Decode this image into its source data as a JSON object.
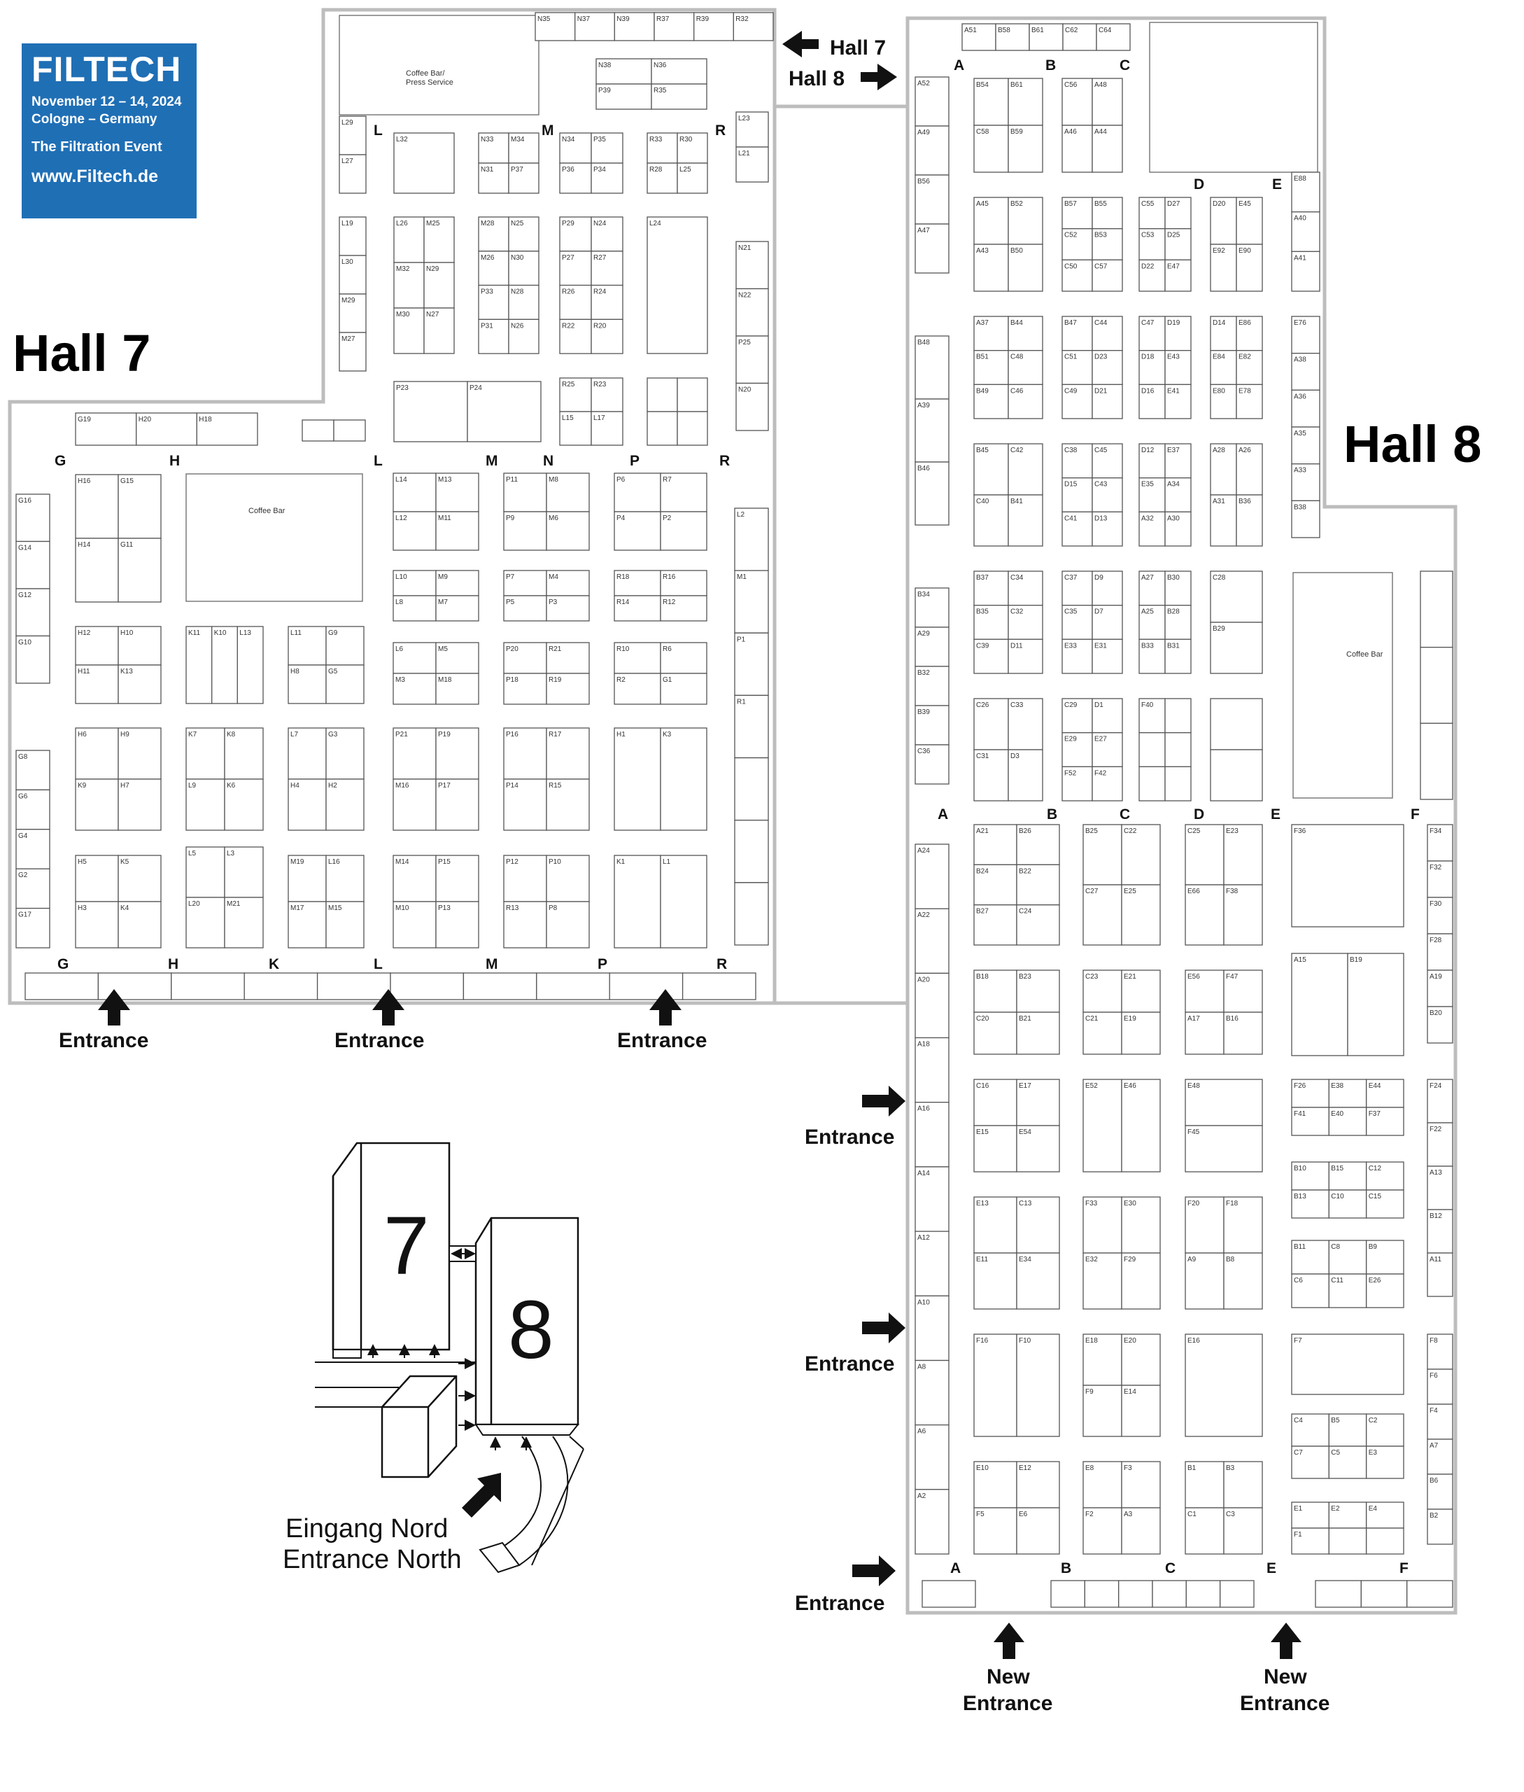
{
  "brand": {
    "name": "FILTECH",
    "date_line": "November 12 – 14, 2024",
    "location_line": "Cologne – Germany",
    "slogan": "The Filtration Event",
    "website": "www.Filtech.de",
    "color": "#1f6fb5"
  },
  "halls": {
    "hall7_title": "Hall 7",
    "hall8_title": "Hall 8"
  },
  "connector": {
    "to_hall7": "Hall 7",
    "to_hall8": "Hall 8"
  },
  "entrances": {
    "label": "Entrance",
    "new_line1": "New",
    "new_line2": "Entrance"
  },
  "services": {
    "coffee_bar": "Coffee Bar",
    "coffee_press_line1": "Coffee Bar/",
    "coffee_press_line2": "Press Service"
  },
  "site_plan": {
    "hall7_number": "7",
    "hall8_number": "8",
    "north_de": "Eingang Nord",
    "north_en": "Entrance North"
  },
  "aisles": {
    "hall7_upper": [
      "L",
      "M",
      "R"
    ],
    "hall7_top_row": [
      "G",
      "H",
      "L",
      "M",
      "N",
      "P",
      "R"
    ],
    "hall7_bottom_row": [
      "G",
      "H",
      "K",
      "L",
      "M",
      "P",
      "R"
    ],
    "hall8_top_row": [
      "A",
      "B",
      "C"
    ],
    "hall8_de": [
      "D",
      "E"
    ],
    "hall8_mid_row": [
      "A",
      "B",
      "C",
      "D",
      "E",
      "F"
    ],
    "hall8_bottom_row": [
      "A",
      "B",
      "C",
      "E",
      "F"
    ]
  },
  "booths": {
    "hall7_north": [
      "N35",
      "N37",
      "N39",
      "R37",
      "R39",
      "R32",
      "N38",
      "N36",
      "P39",
      "R35",
      "L29",
      "L27",
      "L32",
      "N33",
      "M34",
      "N31",
      "P37",
      "N34",
      "P35",
      "P36",
      "P34",
      "R33",
      "R30",
      "R28",
      "L25",
      "L23",
      "L21",
      "L19",
      "L30",
      "M29",
      "M27",
      "L26",
      "M25",
      "M32",
      "N29",
      "M30",
      "N27",
      "M28",
      "N25",
      "M26",
      "N30",
      "P33",
      "N28",
      "P31",
      "N26",
      "P29",
      "N24",
      "P27",
      "R27",
      "R26",
      "R24",
      "R22",
      "R20",
      "L24",
      "N21",
      "N22",
      "P25",
      "N20",
      "P23",
      "P24",
      "R25",
      "R23",
      "L15",
      "L17"
    ],
    "hall7_main": [
      "G19",
      "H20",
      "H18",
      "G16",
      "G14",
      "G12",
      "G10",
      "G8",
      "G6",
      "G4",
      "G2",
      "G17",
      "H16",
      "G15",
      "H14",
      "G11",
      "H12",
      "H10",
      "H11",
      "K13",
      "K11",
      "K10",
      "L13",
      "L11",
      "G9",
      "H8",
      "G5",
      "H6",
      "H9",
      "K9",
      "H7",
      "K7",
      "K8",
      "L9",
      "K6",
      "L7",
      "G3",
      "H4",
      "H2",
      "H5",
      "K5",
      "H3",
      "K4",
      "L5",
      "L3",
      "L20",
      "M21",
      "M19",
      "L16",
      "M17",
      "M15",
      "L14",
      "M13",
      "L12",
      "M11",
      "L10",
      "M9",
      "L8",
      "M7",
      "L6",
      "M5",
      "M3",
      "M18",
      "P21",
      "P19",
      "M16",
      "P17",
      "M14",
      "P15",
      "M10",
      "P13",
      "P11",
      "M8",
      "P9",
      "M6",
      "P7",
      "M4",
      "P5",
      "P3",
      "P20",
      "R21",
      "P18",
      "R19",
      "P16",
      "R17",
      "P14",
      "R15",
      "P12",
      "P10",
      "R13",
      "P8",
      "P6",
      "R7",
      "P4",
      "P2",
      "R18",
      "R16",
      "R14",
      "R12",
      "R10",
      "R6",
      "R2",
      "G1",
      "H1",
      "K3",
      "K1",
      "L1",
      "L2",
      "M1",
      "P1",
      "R1"
    ],
    "hall8_upper": [
      "A51",
      "B58",
      "B61",
      "C62",
      "C64",
      "A52",
      "A49",
      "B56",
      "A47",
      "B54",
      "B61",
      "C58",
      "B59",
      "C56",
      "A48",
      "A46",
      "A44",
      "A45",
      "B52",
      "A43",
      "B50",
      "B57",
      "B55",
      "C52",
      "B53",
      "C50",
      "C57",
      "C55",
      "D27",
      "C53",
      "D25",
      "D22",
      "E47",
      "D20",
      "E45",
      "E92",
      "E90",
      "E88",
      "A40",
      "A41",
      "B48",
      "A39",
      "B46",
      "A37",
      "B44",
      "B51",
      "C48",
      "B49",
      "C46",
      "B47",
      "C44",
      "C51",
      "D23",
      "C49",
      "D21",
      "C47",
      "D19",
      "D18",
      "E43",
      "D16",
      "E41",
      "D14",
      "E86",
      "E84",
      "E82",
      "E80",
      "E78",
      "E76",
      "A38",
      "A36",
      "A35",
      "A33",
      "B38",
      "B45",
      "C42",
      "C40",
      "B41",
      "C38",
      "C45",
      "D15",
      "C43",
      "C41",
      "D13",
      "D12",
      "E37",
      "E35",
      "A34",
      "A32",
      "A30",
      "A28",
      "A26",
      "A31",
      "B36",
      "B34",
      "A29",
      "B32",
      "B39",
      "C36",
      "B37",
      "C34",
      "B35",
      "C32",
      "C39",
      "D11",
      "C37",
      "D9",
      "C35",
      "D7",
      "E33",
      "E31",
      "A27",
      "B30",
      "A25",
      "B28",
      "B33",
      "B31",
      "C28",
      "B29",
      "C26",
      "C33",
      "C31",
      "D3",
      "C29",
      "D1",
      "E29",
      "E27",
      "F52",
      "F42",
      "F40"
    ],
    "hall8_lower": [
      "A24",
      "A22",
      "A20",
      "A18",
      "A16",
      "A14",
      "A12",
      "A10",
      "A8",
      "A6",
      "A2",
      "A21",
      "B26",
      "B24",
      "B22",
      "B27",
      "C24",
      "B25",
      "C22",
      "C27",
      "E25",
      "C25",
      "E23",
      "E66",
      "F38",
      "F36",
      "F34",
      "F32",
      "F30",
      "F28",
      "A19",
      "B20",
      "B18",
      "B23",
      "C20",
      "B21",
      "C23",
      "E21",
      "C21",
      "E19",
      "E56",
      "F47",
      "A17",
      "B16",
      "A15",
      "B19",
      "C16",
      "E17",
      "E15",
      "E54",
      "E52",
      "E46",
      "E48",
      "F45",
      "F26",
      "E38",
      "E44",
      "F41",
      "E40",
      "F37",
      "F24",
      "F22",
      "A13",
      "B12",
      "A11",
      "B10",
      "B15",
      "C12",
      "B13",
      "C10",
      "C15",
      "E13",
      "C13",
      "E11",
      "E34",
      "F33",
      "E30",
      "E32",
      "F29",
      "F20",
      "F18",
      "A9",
      "B8",
      "B11",
      "C8",
      "B9",
      "C6",
      "C11",
      "E26",
      "F16",
      "F10",
      "E18",
      "E20",
      "F9",
      "E14",
      "E16",
      "F7",
      "F8",
      "F6",
      "F4",
      "A7",
      "B6",
      "B2",
      "C4",
      "B5",
      "C2",
      "C7",
      "C5",
      "E3",
      "E10",
      "E12",
      "F5",
      "E6",
      "E8",
      "F3",
      "F2",
      "A3",
      "B1",
      "B3",
      "C1",
      "C3",
      "E1",
      "E2",
      "E4",
      "F1"
    ]
  }
}
